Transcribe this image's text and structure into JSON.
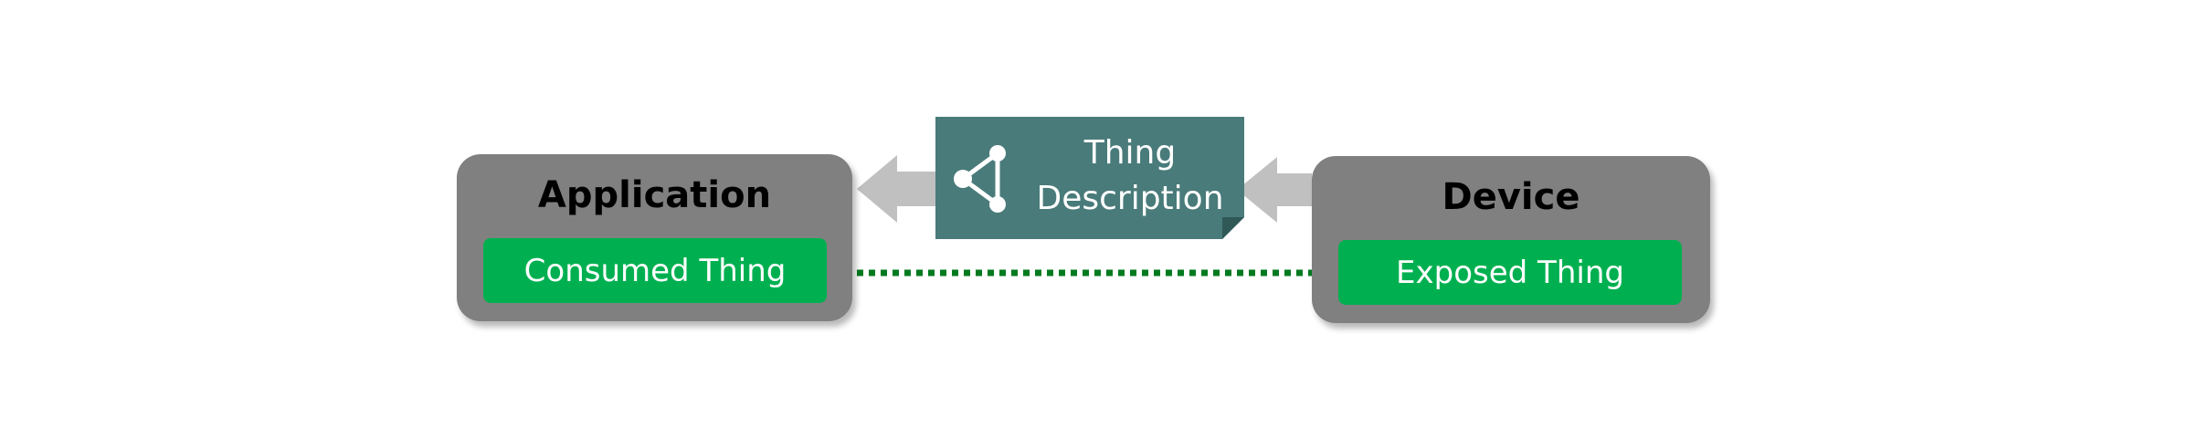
{
  "application": {
    "title": "Application",
    "thing_label": "Consumed Thing"
  },
  "device": {
    "title": "Device",
    "thing_label": "Exposed Thing"
  },
  "thing_description": {
    "line1": "Thing",
    "line2": "Description",
    "icon": "share-network-icon"
  },
  "colors": {
    "node_fill": "#808080",
    "thing_fill": "#00b050",
    "description_fill": "#497b7a",
    "flow_arrow": "#c0c0c0",
    "link_arrow": "#007a1f"
  }
}
